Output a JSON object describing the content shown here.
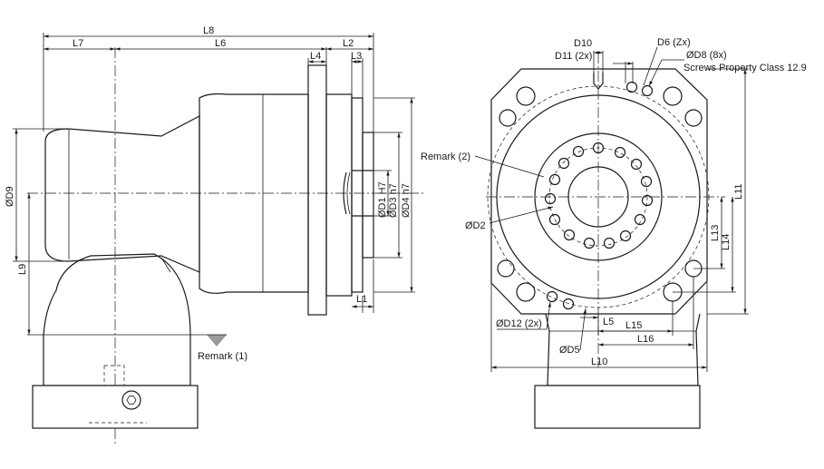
{
  "labels": {
    "L8": "L8",
    "L7": "L7",
    "L6": "L6",
    "L2": "L2",
    "L4": "L4",
    "L3": "L3",
    "L1": "L1",
    "L9": "L9",
    "D9": "ØD9",
    "D1": "ØD1 H7",
    "D3": "ØD3 h7",
    "D4": "ØD4 h7",
    "remark1": "Remark (1)",
    "D10": "D10",
    "D11": "D11 (2x)",
    "D6": "D6 (Zx)",
    "D8": "ØD8 (8x)",
    "screws": "Screws Property Class 12.9",
    "remark2": "Remark (2)",
    "D2": "ØD2",
    "L11": "L11",
    "L13": "L13",
    "L14": "L14",
    "D12": "ØD12 (2x)",
    "L5": "L5",
    "L15": "L15",
    "D5": "ØD5",
    "L16": "L16",
    "L10": "L10"
  }
}
